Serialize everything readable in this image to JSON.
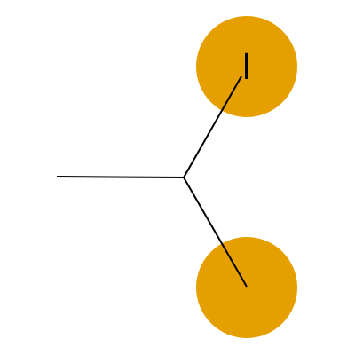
{
  "diagram": {
    "kind": "molecular-structure",
    "colors": {
      "background": "#ffffff",
      "bond": "#000000",
      "highlight": "#e5a000",
      "label": "#000000"
    },
    "atoms": [
      {
        "id": "a1",
        "element": "C",
        "label": "",
        "highlighted": false
      },
      {
        "id": "a2",
        "element": "C",
        "label": "",
        "highlighted": false
      },
      {
        "id": "a3",
        "element": "I",
        "label": "I",
        "highlighted": true
      },
      {
        "id": "a4",
        "element": "C",
        "label": "",
        "highlighted": true
      }
    ],
    "bonds": [
      {
        "from": "a1",
        "to": "a2",
        "order": 1
      },
      {
        "from": "a2",
        "to": "a3",
        "order": 1
      },
      {
        "from": "a2",
        "to": "a4",
        "order": 1
      }
    ]
  }
}
